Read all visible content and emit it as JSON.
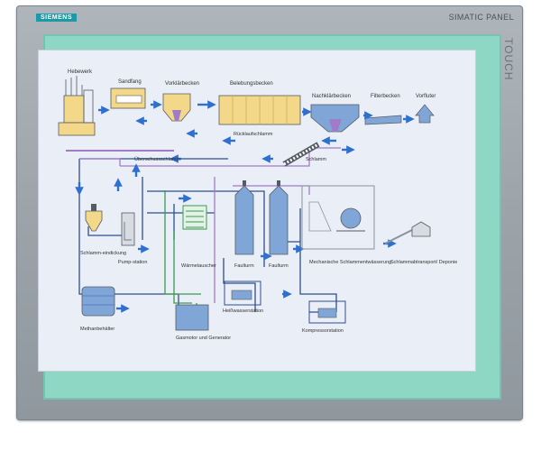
{
  "device": {
    "brand": "SIEMENS",
    "model": "SIMATIC PANEL",
    "touch_label": "TOUCH"
  },
  "process": {
    "labels": {
      "hebewerk": "Hebewerk",
      "sandfang": "Sandfang",
      "vorklaerbecken": "Vorklärbecken",
      "belebungsbecken": "Belebungsbecken",
      "nachklaerbecken": "Nachklärbecken",
      "filterbecken": "Filterbecken",
      "vorfluter": "Vorfluter",
      "ruecklaufschlamm": "Rücklaufschlamm",
      "ueberschussschlamm": "Überschussschlamm",
      "schlamm": "Schlamm",
      "schlammeindickung": "Schlamm-eindickung",
      "pumpstation": "Pump-station",
      "waermetauscher": "Wärmetauscher",
      "faulturm1": "Faulturm",
      "faulturm2": "Faulturm",
      "mechanische_schlammentwaesserung": "Mechanische Schlammentwässerung",
      "schlammabtransport": "Schlammabtransport/ Deponie",
      "methanbehaelter": "Methanbehälter",
      "gasmotor_generator": "Gasmotor und Generator",
      "heisswasserstation": "Heißwasserstation",
      "kompressorstation": "Kompressorstation"
    },
    "colors": {
      "sewage": "#f3d88a",
      "sludge": "#a07cc8",
      "water": "#7fa6d6",
      "pipe": "#2e4f8f",
      "flow_arrow": "#2f6fd0",
      "green_pipe": "#3b9a52",
      "outline": "#555b63"
    }
  }
}
